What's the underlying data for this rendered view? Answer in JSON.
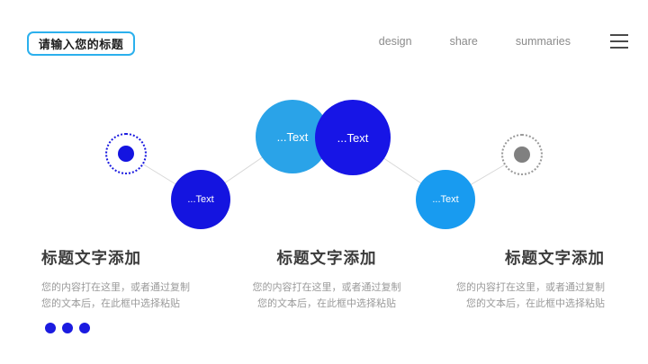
{
  "header": {
    "title_button": "请输入您的标题",
    "nav": [
      {
        "label": "design"
      },
      {
        "label": "share"
      },
      {
        "label": "summaries"
      }
    ],
    "menu_icon": "hamburger-icon"
  },
  "diagram": {
    "nodes": [
      {
        "type": "dotted-marker",
        "color": "#1b1be0",
        "label": ""
      },
      {
        "type": "solid",
        "color": "#1414e0",
        "label": "...Text"
      },
      {
        "type": "solid",
        "color": "#2aa3e8",
        "label": "...Text"
      },
      {
        "type": "solid",
        "color": "#1715e6",
        "label": "...Text"
      },
      {
        "type": "solid",
        "color": "#189bf0",
        "label": "...Text"
      },
      {
        "type": "dotted-marker",
        "color": "#808080",
        "label": ""
      }
    ],
    "connector_color": "#d8d8d8"
  },
  "columns": [
    {
      "heading": "标题文字添加",
      "body_line1": "您的内容打在这里，或者通过复制",
      "body_line2": "您的文本后，在此框中选择粘贴",
      "align": "left"
    },
    {
      "heading": "标题文字添加",
      "body_line1": "您的内容打在这里，或者通过复制",
      "body_line2": "您的文本后，在此框中选择粘贴",
      "align": "center"
    },
    {
      "heading": "标题文字添加",
      "body_line1": "您的内容打在这里，或者通过复制",
      "body_line2": "您的文本后，在此框中选择粘贴",
      "align": "right"
    }
  ],
  "pagination": {
    "dot_count": 3,
    "dot_color": "#1b1be0"
  },
  "colors": {
    "title_border": "#2bb0ed",
    "dark_blue": "#1414e0",
    "light_blue_left": "#2aa3e8",
    "light_blue_right": "#189bf0",
    "heading_text": "#3b3b3b",
    "body_text": "#9a9a9a",
    "nav_text": "#8b8b8b"
  }
}
